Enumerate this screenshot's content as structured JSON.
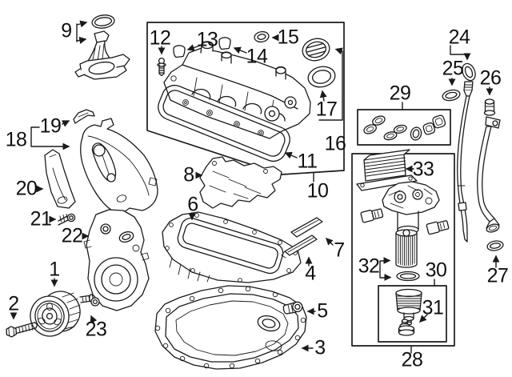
{
  "page": {
    "background": "#ffffff",
    "line_color": "#1a1a1a",
    "description": "Exploded engine parts diagram with numbered callouts"
  },
  "callouts": {
    "c1": "1",
    "c2": "2",
    "c3": "3",
    "c4": "4",
    "c5": "5",
    "c6": "6",
    "c7": "7",
    "c8": "8",
    "c9": "9",
    "c10": "10",
    "c11": "11",
    "c12": "12",
    "c13": "13",
    "c14": "14",
    "c15": "15",
    "c16": "16",
    "c17": "17",
    "c18": "18",
    "c19": "19",
    "c20": "20",
    "c21": "21",
    "c22": "22",
    "c23": "23",
    "c24": "24",
    "c25": "25",
    "c26": "26",
    "c27": "27",
    "c28": "28",
    "c29": "29",
    "c30": "30",
    "c31": "31",
    "c32": "32",
    "c33": "33"
  }
}
